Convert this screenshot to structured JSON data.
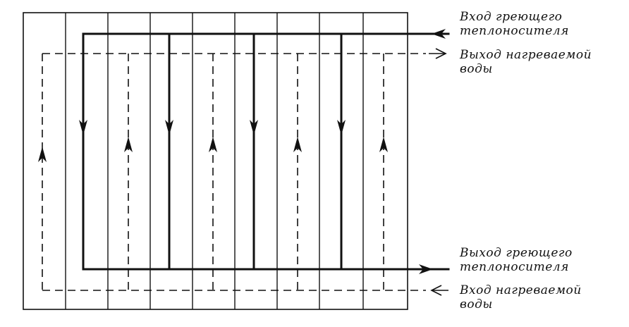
{
  "labels": {
    "hot_in": [
      "Вход греющего",
      "теплоносителя"
    ],
    "water_out": [
      "Выход нагреваемой",
      "воды"
    ],
    "hot_out": [
      "Выход греющего",
      "теплоносителя"
    ],
    "water_in": [
      "Вход нагреваемой",
      "воды"
    ]
  },
  "colors": {
    "line": "#111111",
    "background": "#ffffff"
  }
}
